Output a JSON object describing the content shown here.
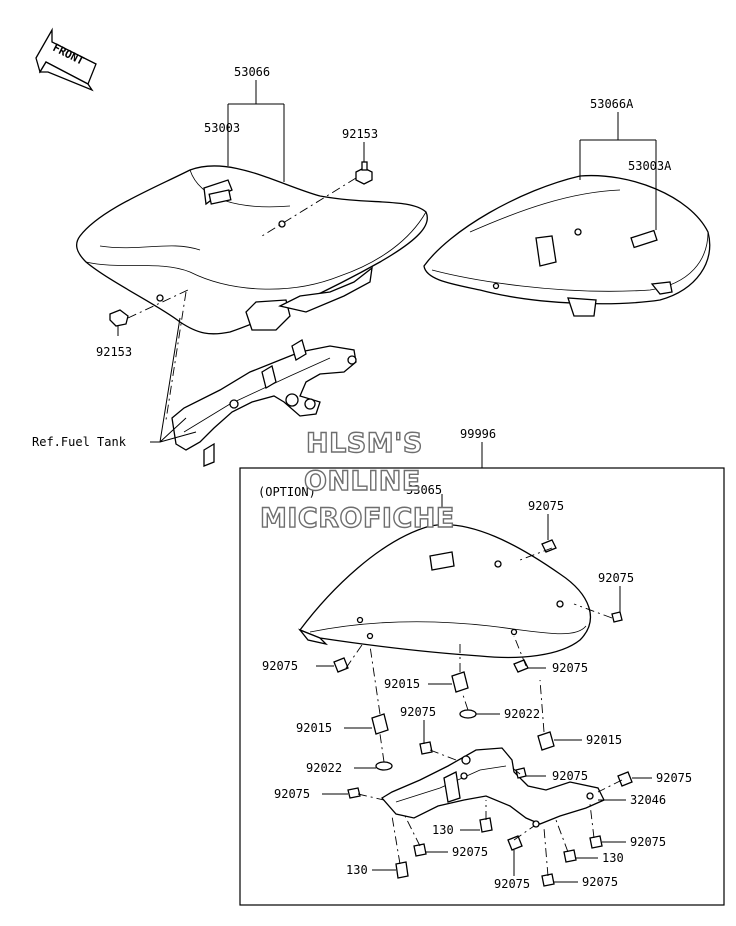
{
  "front_arrow": {
    "label": "FRONT"
  },
  "watermark": {
    "line1": "HLSM'S",
    "line2": "ONLINE",
    "line3": "MICROFICHE"
  },
  "option_label": "(OPTION)",
  "reference": {
    "fuel_tank": "Ref.Fuel Tank"
  },
  "callouts": {
    "p53066": "53066",
    "p53003": "53003",
    "p92153_top": "92153",
    "p92153_left": "92153",
    "p53066A": "53066A",
    "p53003A": "53003A",
    "p99996": "99996",
    "p53065": "53065",
    "p92075_a": "92075",
    "p92075_b": "92075",
    "p92075_c": "92075",
    "p92075_d": "92075",
    "p92015_a": "92015",
    "p92075_e": "92075",
    "p92022_a": "92022",
    "p92015_b": "92015",
    "p92015_c": "92015",
    "p92022_b": "92022",
    "p92075_f": "92075",
    "p92075_g": "92075",
    "p92075_h": "92075",
    "p32046": "32046",
    "p130_a": "130",
    "p92075_i": "92075",
    "p92075_j": "92075",
    "p130_b": "130",
    "p130_c": "130",
    "p92075_k": "92075",
    "p92075_l": "92075"
  }
}
